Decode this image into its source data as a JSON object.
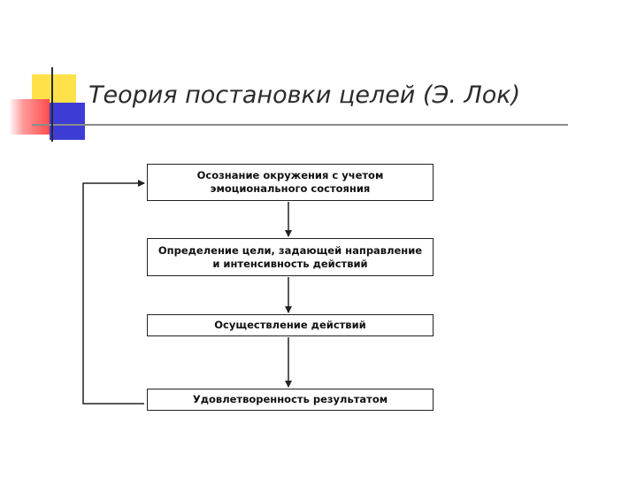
{
  "slide": {
    "title": "Теория постановки целей (Э. Лок)"
  },
  "flowchart": {
    "steps": [
      {
        "label": "Осознание окружения с учетом эмоционального состояния"
      },
      {
        "label": "Определение цели, задающей направление и интенсивность действий"
      },
      {
        "label": "Осуществление действий"
      },
      {
        "label": "Удовлетворенность результатом"
      }
    ]
  }
}
